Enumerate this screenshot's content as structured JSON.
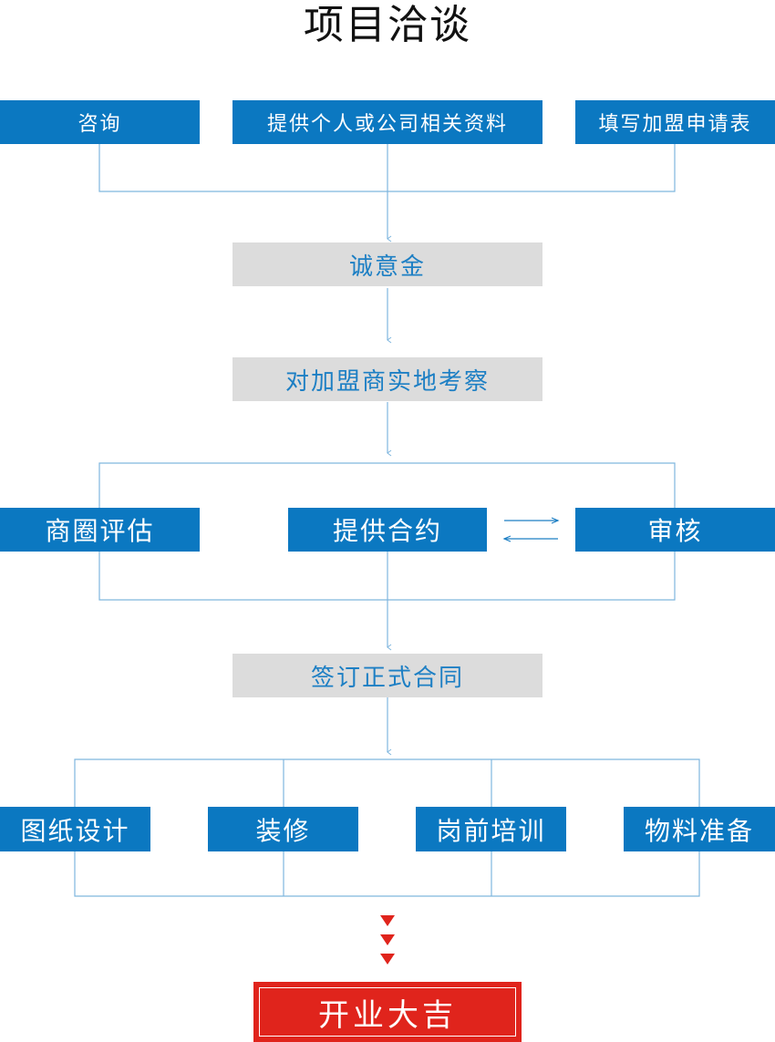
{
  "title": "项目洽谈",
  "colors": {
    "blue_box": "#0b78c1",
    "gray_box": "#dcdcdc",
    "gray_text": "#1d7fc4",
    "connector": "#7fb6de",
    "arrow_red": "#e0241c",
    "final_box": "#e0241c"
  },
  "row1": [
    "咨询",
    "提供个人或公司相关资料",
    "填写加盟申请表"
  ],
  "step_deposit": "诚意金",
  "step_inspect": "对加盟商实地考察",
  "row3": {
    "left": "商圈评估",
    "center": "提供合约",
    "right": "审核"
  },
  "step_sign": "签订正式合同",
  "row5": [
    "图纸设计",
    "装修",
    "岗前培训",
    "物料准备"
  ],
  "final": "开业大吉"
}
